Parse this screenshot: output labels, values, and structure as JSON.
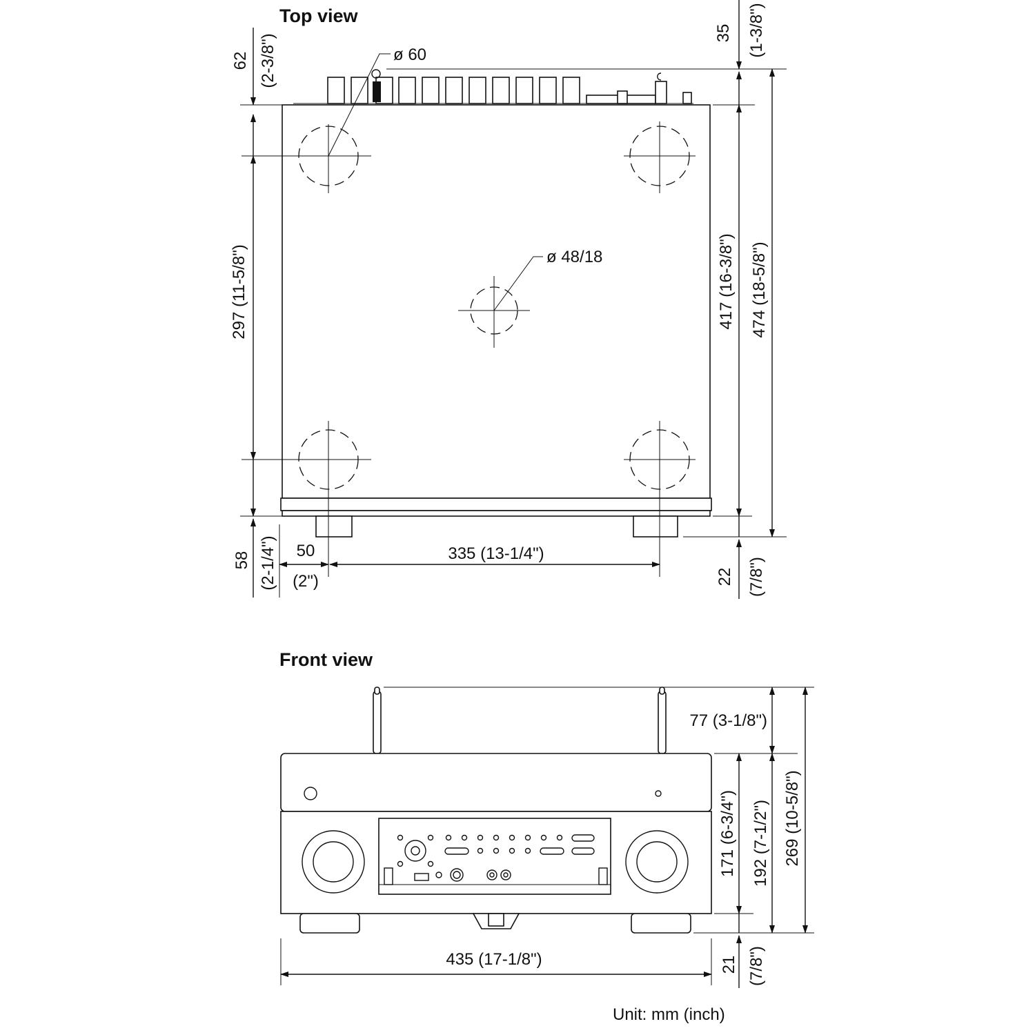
{
  "labels": {
    "top_view": "Top view",
    "front_view": "Front view",
    "unit": "Unit: mm (inch)"
  },
  "top": {
    "d62": "62",
    "d62_in": "(2-3/8\")",
    "d35": "35",
    "d35_in": "(1-3/8\")",
    "dia60": "ø 60",
    "dia48": "ø 48/18",
    "d297": "297 (11-5/8\")",
    "d417": "417 (16-3/8\")",
    "d474": "474 (18-5/8\")",
    "d58": "58",
    "d58_in": "(2-1/4\")",
    "d50": "50",
    "d50_in": "(2\")",
    "d335": "335 (13-1/4\")",
    "d22": "22",
    "d22_in": "(7/8\")"
  },
  "front": {
    "d77": "77 (3-1/8\")",
    "d171": "171 (6-3/4\")",
    "d192": "192 (7-1/2\")",
    "d269": "269 (10-5/8\")",
    "d435": "435 (17-1/8\")",
    "d21": "21",
    "d21_in": "(7/8\")"
  }
}
